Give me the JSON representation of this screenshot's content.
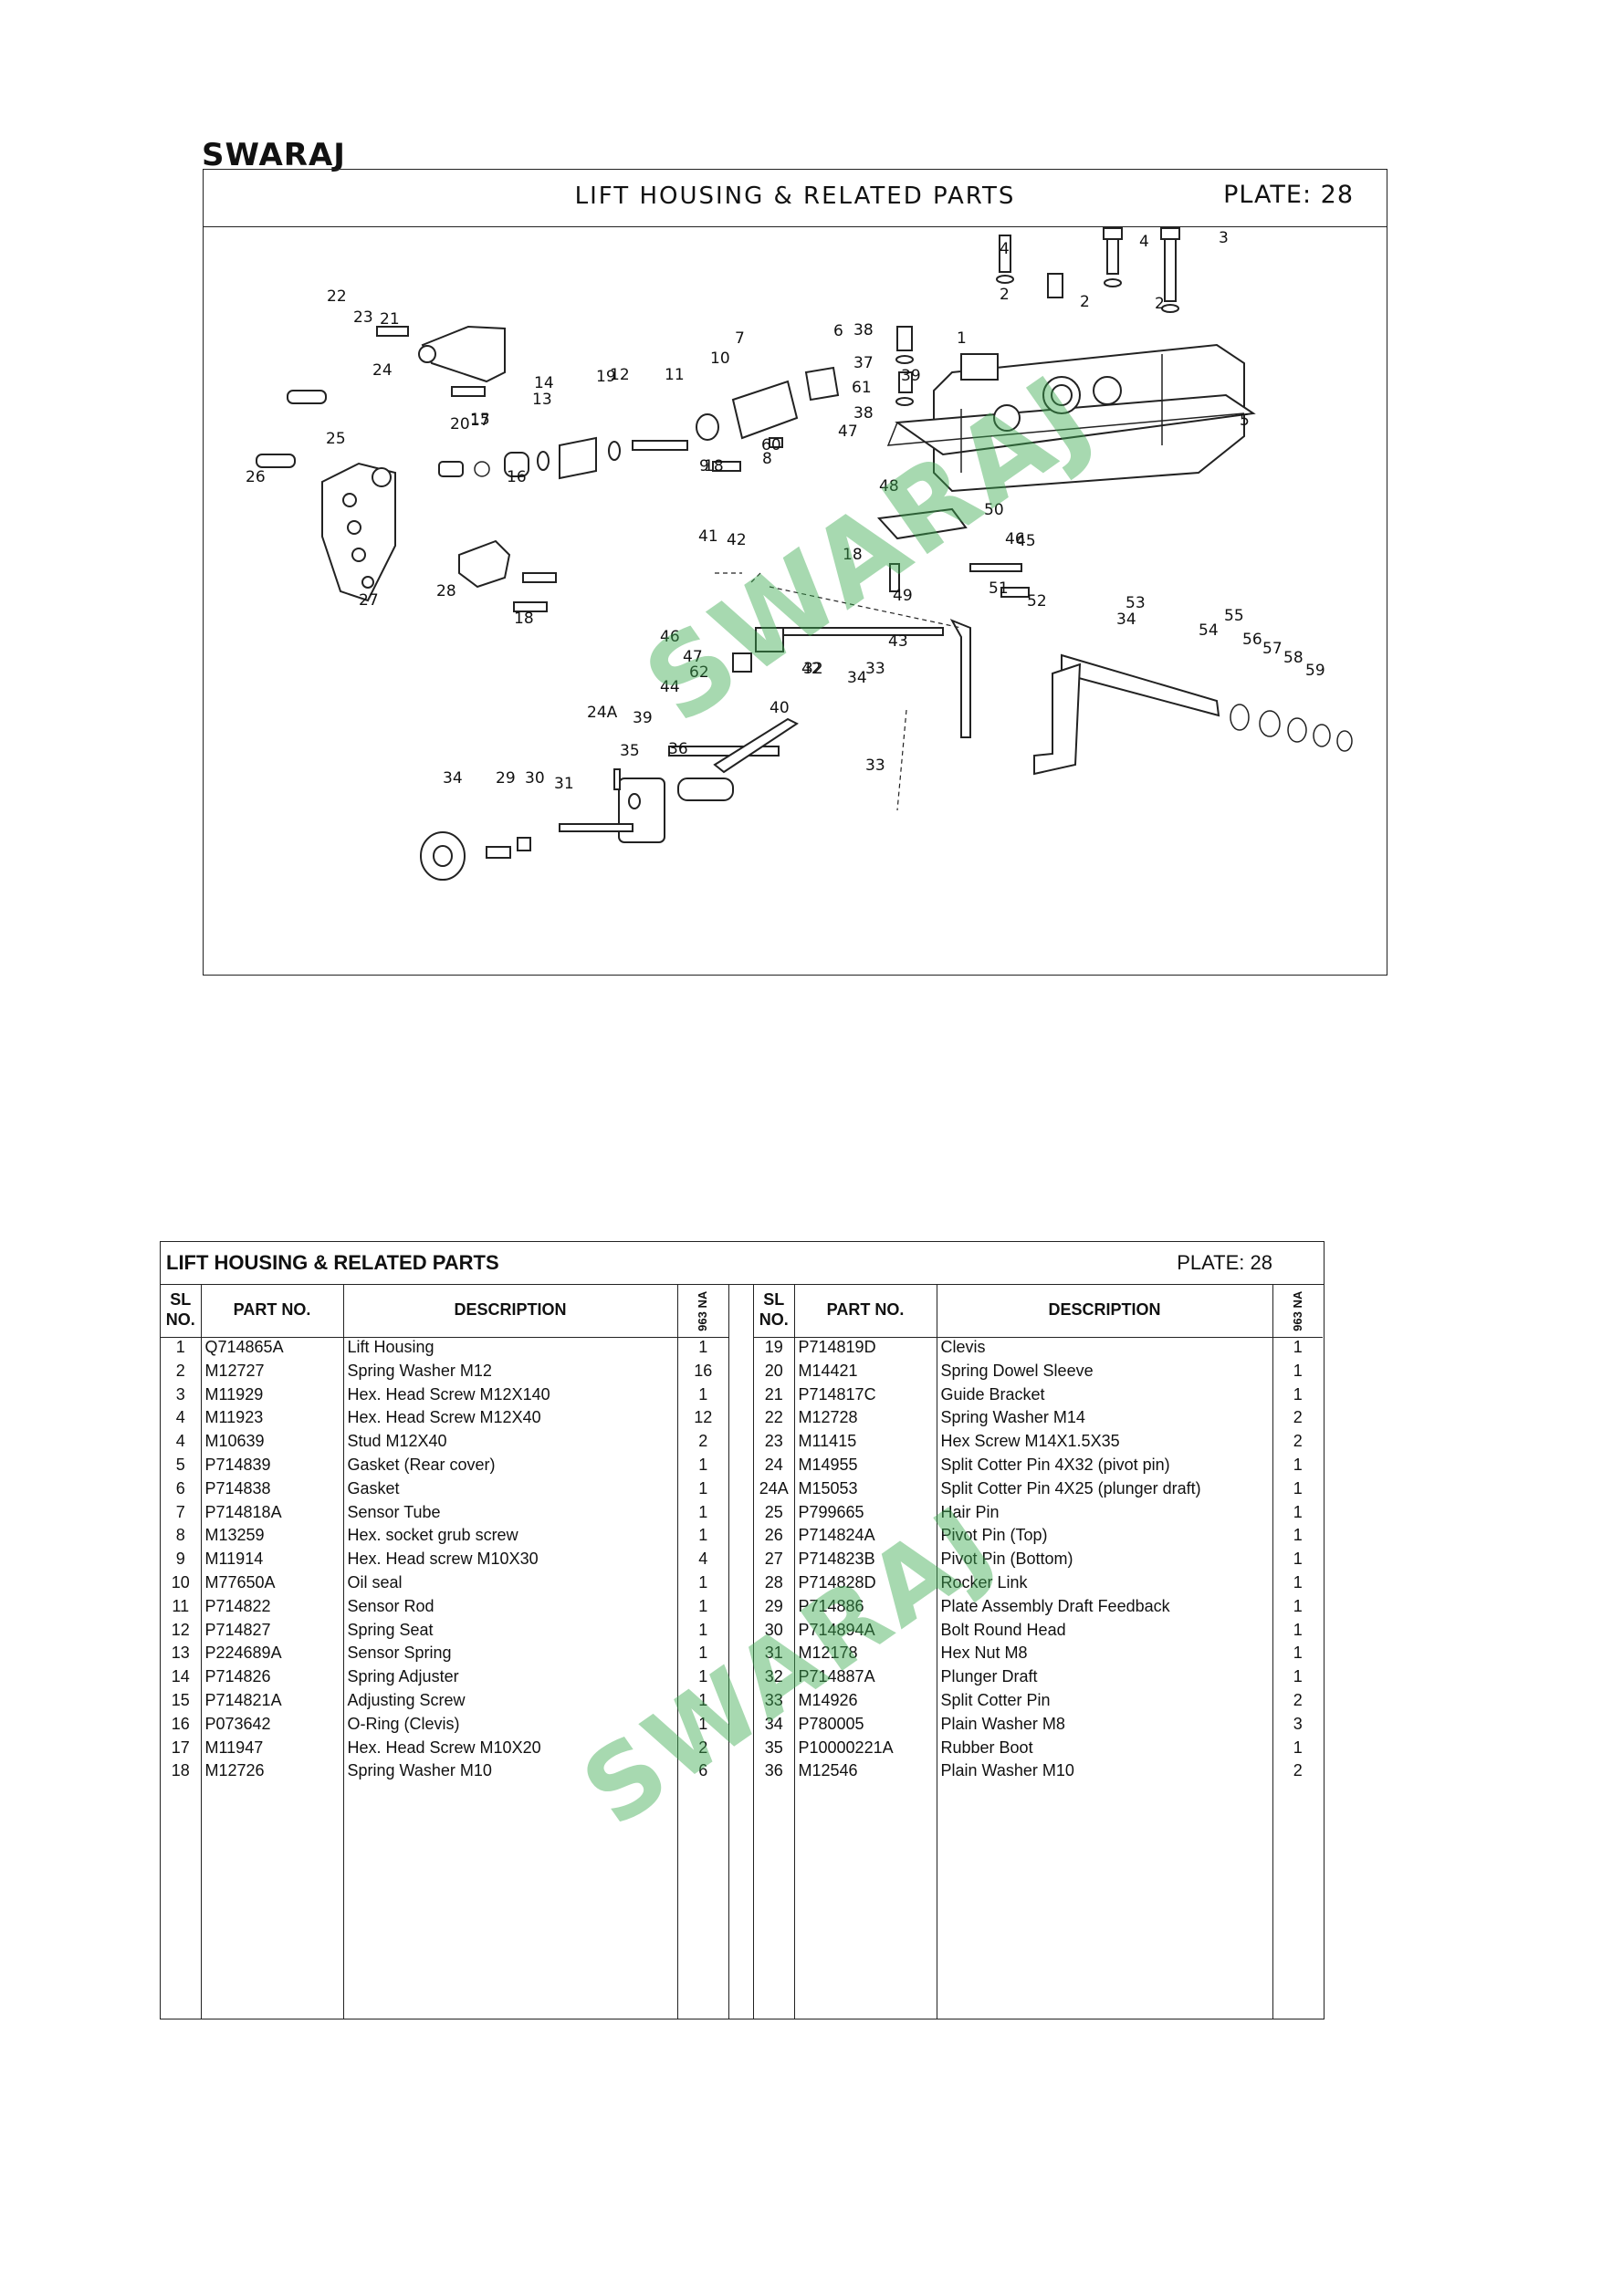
{
  "brand": "SWARAJ",
  "diagram": {
    "title": "LIFT HOUSING & RELATED PARTS",
    "plate": "PLATE: 28",
    "callouts": [
      "1",
      "2",
      "2",
      "2",
      "3",
      "4",
      "4",
      "5",
      "6",
      "7",
      "8",
      "9",
      "10",
      "11",
      "12",
      "13",
      "14",
      "15",
      "16",
      "17",
      "18",
      "18",
      "18",
      "19",
      "20",
      "21",
      "22",
      "23",
      "24",
      "24A",
      "25",
      "26",
      "27",
      "28",
      "29",
      "30",
      "31",
      "32",
      "33",
      "33",
      "34",
      "34",
      "34",
      "35",
      "36",
      "37",
      "38",
      "38",
      "39",
      "39",
      "40",
      "41",
      "42",
      "42",
      "43",
      "44",
      "45",
      "46",
      "46",
      "47",
      "47",
      "48",
      "49",
      "50",
      "51",
      "52",
      "53",
      "54",
      "55",
      "56",
      "57",
      "58",
      "59",
      "60",
      "61",
      "62"
    ]
  },
  "watermark": "SWARAJ",
  "table": {
    "title": "LIFT HOUSING &  RELATED PARTS",
    "plate": "PLATE: 28",
    "headers": {
      "sl": "SL NO.",
      "part": "PART NO.",
      "desc": "DESCRIPTION",
      "qty": "963 NA"
    },
    "left": [
      [
        "1",
        "Q714865A",
        "Lift Housing",
        "1"
      ],
      [
        "2",
        "M12727",
        "Spring Washer M12",
        "16"
      ],
      [
        "3",
        "M11929",
        "Hex. Head Screw M12X140",
        "1"
      ],
      [
        "4",
        "M11923",
        "Hex. Head Screw M12X40",
        "12"
      ],
      [
        "4",
        "M10639",
        "Stud M12X40",
        "2"
      ],
      [
        "5",
        "P714839",
        "Gasket (Rear cover)",
        "1"
      ],
      [
        "6",
        "P714838",
        "Gasket",
        "1"
      ],
      [
        "7",
        "P714818A",
        "Sensor Tube",
        "1"
      ],
      [
        "8",
        "M13259",
        "Hex. socket grub screw",
        "1"
      ],
      [
        "9",
        "M11914",
        "Hex. Head screw M10X30",
        "4"
      ],
      [
        "10",
        "M77650A",
        "Oil seal",
        "1"
      ],
      [
        "11",
        "P714822",
        "Sensor Rod",
        "1"
      ],
      [
        "12",
        "P714827",
        "Spring Seat",
        "1"
      ],
      [
        "13",
        "P224689A",
        "Sensor Spring",
        "1"
      ],
      [
        "14",
        "P714826",
        "Spring Adjuster",
        "1"
      ],
      [
        "15",
        "P714821A",
        "Adjusting Screw",
        "1"
      ],
      [
        "16",
        "P073642",
        "O-Ring (Clevis)",
        "1"
      ],
      [
        "17",
        "M11947",
        "Hex. Head Screw M10X20",
        "2"
      ],
      [
        "18",
        "M12726",
        "Spring Washer M10",
        "6"
      ]
    ],
    "right": [
      [
        "19",
        "P714819D",
        "Clevis",
        "1"
      ],
      [
        "20",
        "M14421",
        "Spring Dowel Sleeve",
        "1"
      ],
      [
        "21",
        "P714817C",
        "Guide Bracket",
        "1"
      ],
      [
        "22",
        "M12728",
        "Spring Washer M14",
        "2"
      ],
      [
        "23",
        "M11415",
        "Hex Screw M14X1.5X35",
        "2"
      ],
      [
        "24",
        "M14955",
        "Split Cotter Pin 4X32 (pivot pin)",
        "1"
      ],
      [
        "24A",
        "M15053",
        "Split Cotter Pin 4X25 (plunger draft)",
        "1"
      ],
      [
        "25",
        "P799665",
        "Hair Pin",
        "1"
      ],
      [
        "26",
        "P714824A",
        "Pivot Pin (Top)",
        "1"
      ],
      [
        "27",
        "P714823B",
        "Pivot Pin (Bottom)",
        "1"
      ],
      [
        "28",
        "P714828D",
        "Rocker Link",
        "1"
      ],
      [
        "29",
        "P714886",
        "Plate Assembly Draft Feedback",
        "1"
      ],
      [
        "30",
        "P714894A",
        "Bolt Round Head",
        "1"
      ],
      [
        "31",
        "M12178",
        "Hex Nut M8",
        "1"
      ],
      [
        "32",
        "P714887A",
        "Plunger Draft",
        "1"
      ],
      [
        "33",
        "M14926",
        "Split Cotter Pin",
        "2"
      ],
      [
        "34",
        "P780005",
        "Plain Washer M8",
        "3"
      ],
      [
        "35",
        "P10000221A",
        "Rubber Boot",
        "1"
      ],
      [
        "36",
        "M12546",
        "Plain Washer M10",
        "2"
      ]
    ]
  }
}
